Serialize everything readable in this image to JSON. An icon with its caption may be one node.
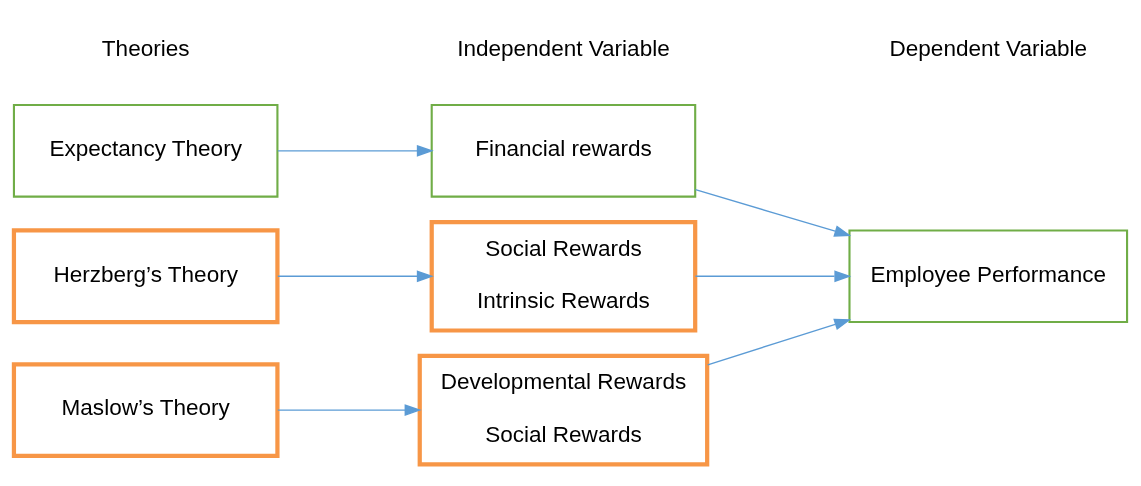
{
  "diagram": {
    "nodes": [
      {
        "text": [
          "Expectancy Theory"
        ]
      },
      {
        "text": [
          "Herzberg’s Theory"
        ]
      },
      {
        "text": [
          "Maslow’s Theory"
        ]
      },
      {
        "text": [
          "Financial rewards"
        ]
      },
      {
        "text": [
          "Social Rewards",
          "Intrinsic Rewards"
        ]
      },
      {
        "text": [
          "Developmental Rewards",
          "Social Rewards"
        ]
      },
      {
        "text": [
          "Employee Performance"
        ]
      }
    ],
    "edges": [
      {
        "from": 0,
        "to": 3,
        "arrow": "to"
      },
      {
        "from": 1,
        "to": 4,
        "arrow": "to"
      },
      {
        "from": 2,
        "to": 5,
        "arrow": "to"
      },
      {
        "from": 3,
        "to": 6,
        "arrow": "to"
      },
      {
        "from": 4,
        "to": 6,
        "arrow": "to"
      },
      {
        "from": 5,
        "to": 6,
        "arrow": "to"
      }
    ],
    "labels": [
      "Theories",
      "Independent Variable",
      "Dependent Variable"
    ]
  }
}
